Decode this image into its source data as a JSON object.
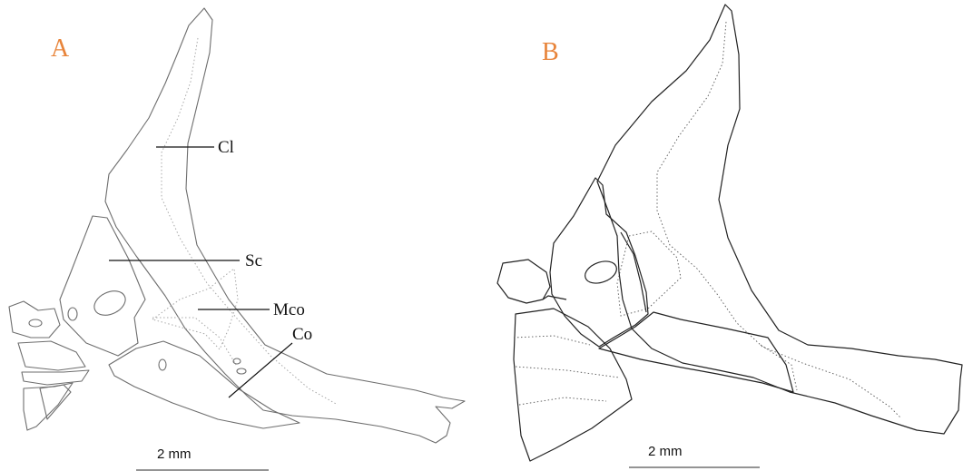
{
  "panels": [
    {
      "letter": "A",
      "labels": {
        "cl": "Cl",
        "sc": "Sc",
        "mco": "Mco",
        "co": "Co"
      },
      "scale": "2 mm"
    },
    {
      "letter": "B",
      "scale": "2 mm"
    }
  ],
  "colors": {
    "panel_letter": "#e8843a",
    "outline_a": "#6e6e6e",
    "outline_b": "#222222"
  }
}
